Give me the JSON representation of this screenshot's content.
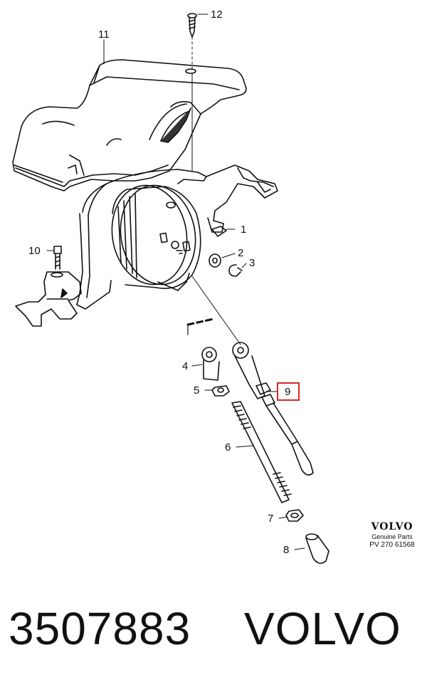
{
  "diagram": {
    "callouts": [
      {
        "id": "c1",
        "label": "1"
      },
      {
        "id": "c2",
        "label": "2"
      },
      {
        "id": "c3",
        "label": "3"
      },
      {
        "id": "c4",
        "label": "4"
      },
      {
        "id": "c5",
        "label": "5"
      },
      {
        "id": "c6",
        "label": "6"
      },
      {
        "id": "c7",
        "label": "7"
      },
      {
        "id": "c8",
        "label": "8"
      },
      {
        "id": "c9",
        "label": "9"
      },
      {
        "id": "c10",
        "label": "10"
      },
      {
        "id": "c11",
        "label": "11"
      },
      {
        "id": "c12",
        "label": "12"
      }
    ],
    "highlighted_callout": "9",
    "highlight_color": "#d62828"
  },
  "brand": {
    "name": "VOLVO",
    "subtitle": "Genuine Parts",
    "code": "PV 270 61568"
  },
  "footer": {
    "part_number": "3507883",
    "manufacturer": "VOLVO"
  }
}
